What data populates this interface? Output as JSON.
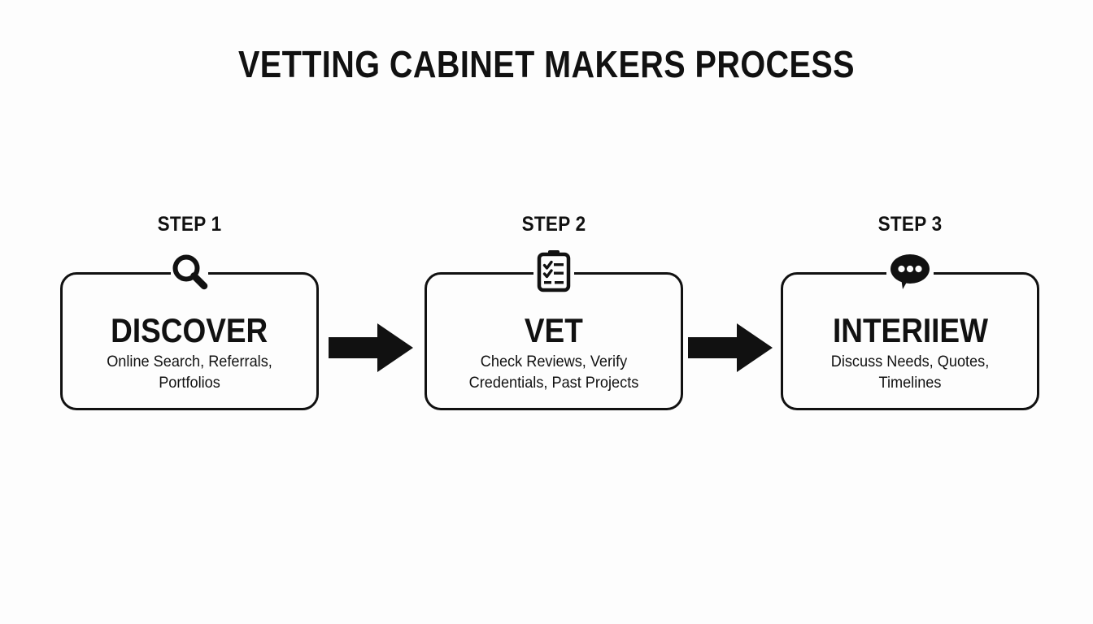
{
  "title": "VETTING CABINET MAKERS PROCESS",
  "theme": {
    "background": "#fdfdfd",
    "ink": "#111111",
    "border": "#111111"
  },
  "steps": [
    {
      "label": "STEP 1",
      "heading": "DISCOVER",
      "description": "Online Search, Referrals, Portfolios",
      "icon": "magnifying-glass-icon"
    },
    {
      "label": "STEP 2",
      "heading": "VET",
      "description": "Check Reviews, Verify Credentials, Past Projects",
      "icon": "clipboard-checklist-icon"
    },
    {
      "label": "STEP 3",
      "heading": "INTERIIEW",
      "description": "Discuss Needs, Quotes, Timelines",
      "icon": "speech-bubble-icon"
    }
  ],
  "connectors": [
    {
      "name": "arrow-step1-to-step2",
      "icon": "arrow-right-icon"
    },
    {
      "name": "arrow-step2-to-step3",
      "icon": "arrow-right-icon"
    }
  ]
}
